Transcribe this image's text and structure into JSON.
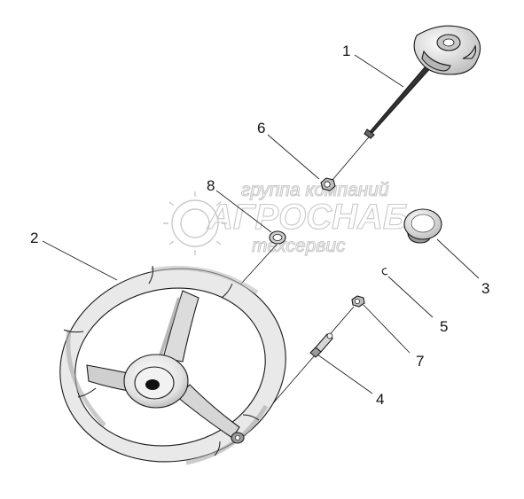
{
  "watermark": {
    "top_line": "группа компаний",
    "brand": "АГРОСНАБ",
    "bottom_line": "техсервис"
  },
  "callouts": [
    {
      "id": "1",
      "label": "1"
    },
    {
      "id": "2",
      "label": "2"
    },
    {
      "id": "3",
      "label": "3"
    },
    {
      "id": "4",
      "label": "4"
    },
    {
      "id": "5",
      "label": "5"
    },
    {
      "id": "6",
      "label": "6"
    },
    {
      "id": "7",
      "label": "7"
    },
    {
      "id": "8",
      "label": "8"
    }
  ],
  "colors": {
    "line": "#1a1a1a",
    "fill_light": "#eeeeee",
    "fill_mid": "#d2d2d2",
    "fill_dark": "#8a8a8a",
    "watermark": "#c9c9c9"
  }
}
